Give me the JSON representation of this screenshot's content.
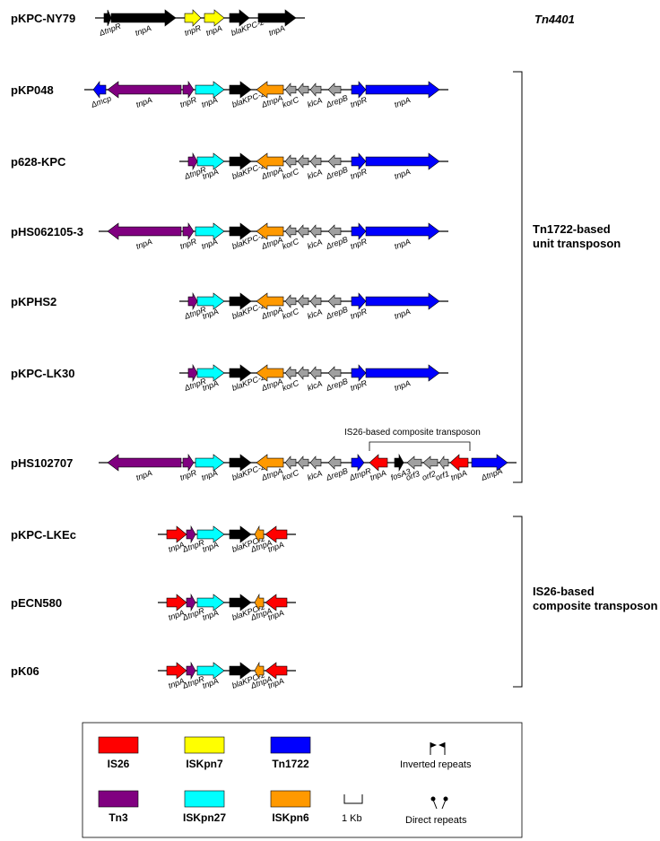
{
  "title": "Tn4401",
  "groups": {
    "tn1722_line1": "Tn1722-based",
    "tn1722_line2": "unit transposon",
    "is26_line1": "IS26-based",
    "is26_line2": "composite transposon",
    "is26_annotation": "IS26-based composite transposon"
  },
  "colors": {
    "IS26": "#ff0000",
    "ISKpn7": "#ffff00",
    "Tn1722": "#0000ff",
    "Tn3": "#800080",
    "ISKpn27": "#00ffff",
    "ISKpn6": "#ff9900",
    "bla": "#000000",
    "other": "#a0a0a0"
  },
  "plasmids": [
    {
      "name": "pKPC-NY79",
      "genes": [
        {
          "label": "ΔtnpR",
          "family": "bla",
          "dir": 1,
          "start": 116,
          "end": 124
        },
        {
          "label": "tnpA",
          "family": "bla",
          "dir": 1,
          "start": 124,
          "end": 196
        },
        {
          "label": "tnpR",
          "family": "ISKpn7",
          "dir": 1,
          "start": 206,
          "end": 224
        },
        {
          "label": "tnpA",
          "family": "ISKpn7",
          "dir": 1,
          "start": 228,
          "end": 250
        },
        {
          "label": "blaKPC-2",
          "family": "bla",
          "dir": 1,
          "start": 256,
          "end": 278
        },
        {
          "label": "tnpA",
          "family": "bla",
          "dir": 1,
          "start": 288,
          "end": 330
        }
      ]
    },
    {
      "name": "pKP048",
      "genes": [
        {
          "label": "Δmcp",
          "family": "Tn1722",
          "dir": -1,
          "start": 104,
          "end": 118
        },
        {
          "label": "tnpA",
          "family": "Tn3",
          "dir": -1,
          "start": 120,
          "end": 202
        },
        {
          "label": "tnpR",
          "family": "Tn3",
          "dir": 1,
          "start": 204,
          "end": 216
        },
        {
          "label": "tnpA",
          "family": "ISKpn27",
          "dir": 1,
          "start": 218,
          "end": 250
        },
        {
          "label": "blaKPC-2",
          "family": "bla",
          "dir": 1,
          "start": 256,
          "end": 280
        },
        {
          "label": "ΔtnpA",
          "family": "ISKpn6",
          "dir": -1,
          "start": 286,
          "end": 316
        },
        {
          "label": "korC",
          "family": "other",
          "dir": -1,
          "start": 318,
          "end": 330
        },
        {
          "label": "",
          "family": "other",
          "dir": -1,
          "start": 332,
          "end": 344
        },
        {
          "label": "klcA",
          "family": "other",
          "dir": -1,
          "start": 346,
          "end": 358
        },
        {
          "label": "ΔrepB",
          "family": "other",
          "dir": -1,
          "start": 366,
          "end": 380
        },
        {
          "label": "tnpR",
          "family": "Tn1722",
          "dir": 1,
          "start": 392,
          "end": 408
        },
        {
          "label": "tnpA",
          "family": "Tn1722",
          "dir": 1,
          "start": 408,
          "end": 490
        }
      ]
    },
    {
      "name": "p628-KPC",
      "genes": [
        {
          "label": "ΔtnpR",
          "family": "Tn3",
          "dir": 1,
          "start": 210,
          "end": 220
        },
        {
          "label": "tnpA",
          "family": "ISKpn27",
          "dir": 1,
          "start": 220,
          "end": 250
        },
        {
          "label": "blaKPC-2",
          "family": "bla",
          "dir": 1,
          "start": 256,
          "end": 280
        },
        {
          "label": "ΔtnpA",
          "family": "ISKpn6",
          "dir": -1,
          "start": 286,
          "end": 316
        },
        {
          "label": "korC",
          "family": "other",
          "dir": -1,
          "start": 318,
          "end": 330
        },
        {
          "label": "",
          "family": "other",
          "dir": -1,
          "start": 332,
          "end": 344
        },
        {
          "label": "klcA",
          "family": "other",
          "dir": -1,
          "start": 346,
          "end": 358
        },
        {
          "label": "ΔrepB",
          "family": "other",
          "dir": -1,
          "start": 366,
          "end": 380
        },
        {
          "label": "tnpR",
          "family": "Tn1722",
          "dir": 1,
          "start": 392,
          "end": 408
        },
        {
          "label": "tnpA",
          "family": "Tn1722",
          "dir": 1,
          "start": 408,
          "end": 490
        }
      ]
    },
    {
      "name": "pHS062105-3",
      "genes": [
        {
          "label": "tnpA",
          "family": "Tn3",
          "dir": -1,
          "start": 120,
          "end": 202
        },
        {
          "label": "tnpR",
          "family": "Tn3",
          "dir": 1,
          "start": 204,
          "end": 216
        },
        {
          "label": "tnpA",
          "family": "ISKpn27",
          "dir": 1,
          "start": 218,
          "end": 250
        },
        {
          "label": "blaKPC-2",
          "family": "bla",
          "dir": 1,
          "start": 256,
          "end": 280
        },
        {
          "label": "ΔtnpA",
          "family": "ISKpn6",
          "dir": -1,
          "start": 286,
          "end": 316
        },
        {
          "label": "korC",
          "family": "other",
          "dir": -1,
          "start": 318,
          "end": 330
        },
        {
          "label": "",
          "family": "other",
          "dir": -1,
          "start": 332,
          "end": 344
        },
        {
          "label": "klcA",
          "family": "other",
          "dir": -1,
          "start": 346,
          "end": 358
        },
        {
          "label": "ΔrepB",
          "family": "other",
          "dir": -1,
          "start": 366,
          "end": 380
        },
        {
          "label": "tnpR",
          "family": "Tn1722",
          "dir": 1,
          "start": 392,
          "end": 408
        },
        {
          "label": "tnpA",
          "family": "Tn1722",
          "dir": 1,
          "start": 408,
          "end": 490
        }
      ]
    },
    {
      "name": "pKPHS2",
      "genes": [
        {
          "label": "ΔtnpR",
          "family": "Tn3",
          "dir": 1,
          "start": 210,
          "end": 220
        },
        {
          "label": "tnpA",
          "family": "ISKpn27",
          "dir": 1,
          "start": 220,
          "end": 250
        },
        {
          "label": "blaKPC-2",
          "family": "bla",
          "dir": 1,
          "start": 256,
          "end": 280
        },
        {
          "label": "ΔtnpA",
          "family": "ISKpn6",
          "dir": -1,
          "start": 286,
          "end": 316
        },
        {
          "label": "korC",
          "family": "other",
          "dir": -1,
          "start": 318,
          "end": 330
        },
        {
          "label": "",
          "family": "other",
          "dir": -1,
          "start": 332,
          "end": 344
        },
        {
          "label": "klcA",
          "family": "other",
          "dir": -1,
          "start": 346,
          "end": 358
        },
        {
          "label": "ΔrepB",
          "family": "other",
          "dir": -1,
          "start": 366,
          "end": 380
        },
        {
          "label": "tnpR",
          "family": "Tn1722",
          "dir": 1,
          "start": 392,
          "end": 408
        },
        {
          "label": "tnpA",
          "family": "Tn1722",
          "dir": 1,
          "start": 408,
          "end": 490
        }
      ]
    },
    {
      "name": "pKPC-LK30",
      "genes": [
        {
          "label": "ΔtnpR",
          "family": "Tn3",
          "dir": 1,
          "start": 210,
          "end": 220
        },
        {
          "label": "tnpA",
          "family": "ISKpn27",
          "dir": 1,
          "start": 220,
          "end": 250
        },
        {
          "label": "blaKPC-2",
          "family": "bla",
          "dir": 1,
          "start": 256,
          "end": 280
        },
        {
          "label": "ΔtnpA",
          "family": "ISKpn6",
          "dir": -1,
          "start": 286,
          "end": 316
        },
        {
          "label": "korC",
          "family": "other",
          "dir": -1,
          "start": 318,
          "end": 330
        },
        {
          "label": "",
          "family": "other",
          "dir": -1,
          "start": 332,
          "end": 344
        },
        {
          "label": "klcA",
          "family": "other",
          "dir": -1,
          "start": 346,
          "end": 358
        },
        {
          "label": "ΔrepB",
          "family": "other",
          "dir": -1,
          "start": 366,
          "end": 380
        },
        {
          "label": "tnpR",
          "family": "Tn1722",
          "dir": 1,
          "start": 392,
          "end": 408
        },
        {
          "label": "tnpA",
          "family": "Tn1722",
          "dir": 1,
          "start": 408,
          "end": 490
        }
      ]
    },
    {
      "name": "pHS102707",
      "genes": [
        {
          "label": "tnpA",
          "family": "Tn3",
          "dir": -1,
          "start": 120,
          "end": 202
        },
        {
          "label": "tnpR",
          "family": "Tn3",
          "dir": 1,
          "start": 204,
          "end": 216
        },
        {
          "label": "tnpA",
          "family": "ISKpn27",
          "dir": 1,
          "start": 218,
          "end": 250
        },
        {
          "label": "blaKPC-2",
          "family": "bla",
          "dir": 1,
          "start": 256,
          "end": 280
        },
        {
          "label": "ΔtnpA",
          "family": "ISKpn6",
          "dir": -1,
          "start": 286,
          "end": 316
        },
        {
          "label": "korC",
          "family": "other",
          "dir": -1,
          "start": 318,
          "end": 330
        },
        {
          "label": "",
          "family": "other",
          "dir": -1,
          "start": 332,
          "end": 344
        },
        {
          "label": "klcA",
          "family": "other",
          "dir": -1,
          "start": 346,
          "end": 358
        },
        {
          "label": "ΔrepB",
          "family": "other",
          "dir": -1,
          "start": 366,
          "end": 380
        },
        {
          "label": "ΔtnpR",
          "family": "Tn1722",
          "dir": 1,
          "start": 392,
          "end": 406
        },
        {
          "label": "tnpA",
          "family": "IS26",
          "dir": -1,
          "start": 412,
          "end": 432
        },
        {
          "label": "fosA3",
          "family": "bla",
          "dir": 1,
          "start": 440,
          "end": 450
        },
        {
          "label": "orf3",
          "family": "other",
          "dir": -1,
          "start": 454,
          "end": 470
        },
        {
          "label": "orf2",
          "family": "other",
          "dir": -1,
          "start": 472,
          "end": 488
        },
        {
          "label": "orf1",
          "family": "other",
          "dir": -1,
          "start": 490,
          "end": 500
        },
        {
          "label": "tnpA",
          "family": "IS26",
          "dir": -1,
          "start": 502,
          "end": 522
        },
        {
          "label": "ΔtnpA",
          "family": "Tn1722",
          "dir": 1,
          "start": 526,
          "end": 566
        }
      ]
    },
    {
      "name": "pKPC-LKEc",
      "genes": [
        {
          "label": "tnpA",
          "family": "IS26",
          "dir": 1,
          "start": 186,
          "end": 208
        },
        {
          "label": "ΔtnpR",
          "family": "Tn3",
          "dir": 1,
          "start": 208,
          "end": 218
        },
        {
          "label": "tnpA",
          "family": "ISKpn27",
          "dir": 1,
          "start": 220,
          "end": 250
        },
        {
          "label": "blaKPC-2",
          "family": "bla",
          "dir": 1,
          "start": 256,
          "end": 280
        },
        {
          "label": "ΔtnpA",
          "family": "ISKpn6",
          "dir": -1,
          "start": 284,
          "end": 294
        },
        {
          "label": "tnpA",
          "family": "IS26",
          "dir": -1,
          "start": 296,
          "end": 320
        }
      ]
    },
    {
      "name": "pECN580",
      "genes": [
        {
          "label": "tnpA",
          "family": "IS26",
          "dir": 1,
          "start": 186,
          "end": 208
        },
        {
          "label": "ΔtnpR",
          "family": "Tn3",
          "dir": 1,
          "start": 208,
          "end": 218
        },
        {
          "label": "tnpA",
          "family": "ISKpn27",
          "dir": 1,
          "start": 220,
          "end": 250
        },
        {
          "label": "blaKPC-2",
          "family": "bla",
          "dir": 1,
          "start": 256,
          "end": 280
        },
        {
          "label": "ΔtnpA",
          "family": "ISKpn6",
          "dir": -1,
          "start": 284,
          "end": 294
        },
        {
          "label": "tnpA",
          "family": "IS26",
          "dir": -1,
          "start": 296,
          "end": 320
        }
      ]
    },
    {
      "name": "pK06",
      "genes": [
        {
          "label": "tnpA",
          "family": "IS26",
          "dir": 1,
          "start": 186,
          "end": 208
        },
        {
          "label": "ΔtnpR",
          "family": "Tn3",
          "dir": 1,
          "start": 208,
          "end": 218
        },
        {
          "label": "tnpA",
          "family": "ISKpn27",
          "dir": 1,
          "start": 220,
          "end": 250
        },
        {
          "label": "blaKPC-2",
          "family": "bla",
          "dir": 1,
          "start": 256,
          "end": 280
        },
        {
          "label": "ΔtnpA",
          "family": "ISKpn6",
          "dir": -1,
          "start": 284,
          "end": 294
        },
        {
          "label": "tnpA",
          "family": "IS26",
          "dir": -1,
          "start": 296,
          "end": 320
        }
      ]
    }
  ],
  "legend": {
    "items": [
      {
        "label": "IS26",
        "family": "IS26"
      },
      {
        "label": "ISKpn7",
        "family": "ISKpn7"
      },
      {
        "label": "Tn1722",
        "family": "Tn1722"
      },
      {
        "label": "Tn3",
        "family": "Tn3"
      },
      {
        "label": "ISKpn27",
        "family": "ISKpn27"
      },
      {
        "label": "ISKpn6",
        "family": "ISKpn6"
      }
    ],
    "inverted_repeats": "Inverted repeats",
    "scale": "1 Kb",
    "direct_repeats": "Direct repeats"
  }
}
